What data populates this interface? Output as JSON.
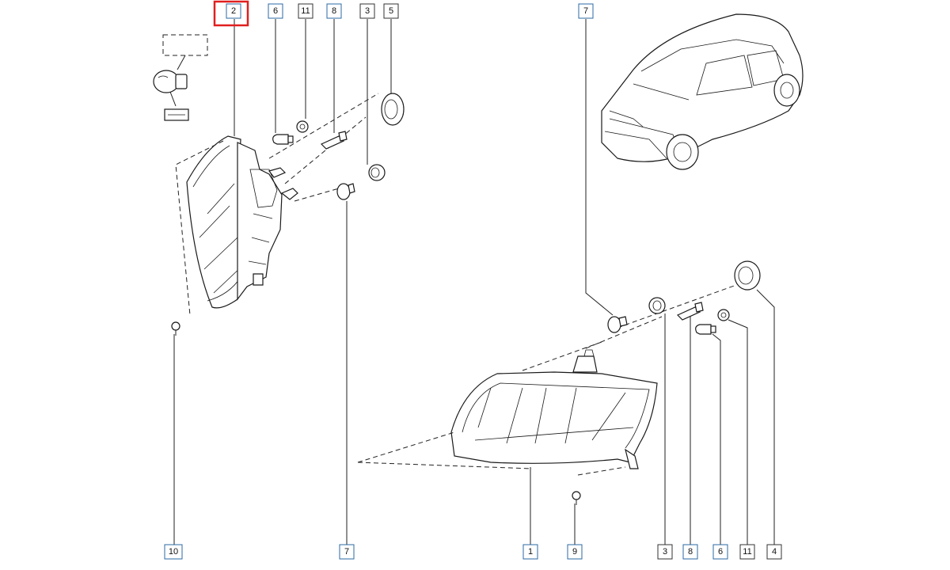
{
  "callouts": {
    "top_row": [
      "2",
      "6",
      "11",
      "8",
      "3",
      "5",
      "7"
    ],
    "left_bottom": [
      "10",
      "7"
    ],
    "right_bottom": [
      "1",
      "9",
      "3",
      "8",
      "6",
      "11",
      "4"
    ]
  },
  "highlighted_callout": "2",
  "colors": {
    "line": "#1a1a1a",
    "highlight": "#e0201f",
    "blue_frame": "#2b6aa3"
  },
  "icons": [
    "car-illustration",
    "headlamp-left",
    "headlamp-right",
    "bulb-icon",
    "socket-icon",
    "screw-icon"
  ]
}
